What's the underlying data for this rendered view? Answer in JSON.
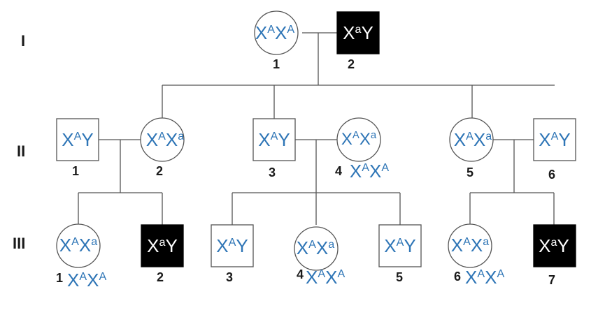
{
  "colors": {
    "genotype": "#2e75b6",
    "affected_text": "#ffffff",
    "label": "#1a1a1a"
  },
  "generations": [
    "I",
    "II",
    "III"
  ],
  "individuals": {
    "I1": {
      "number": "1",
      "sex": "female",
      "affected": false,
      "genotype": [
        [
          "X",
          ""
        ],
        [
          "A",
          "sup"
        ],
        [
          "X",
          ""
        ],
        [
          "A",
          "sup"
        ]
      ]
    },
    "I2": {
      "number": "2",
      "sex": "male",
      "affected": true,
      "genotype": [
        [
          "X",
          ""
        ],
        [
          "a",
          "sup"
        ],
        [
          "Y",
          ""
        ]
      ]
    },
    "II1": {
      "number": "1",
      "sex": "male",
      "affected": false,
      "genotype": [
        [
          "X",
          ""
        ],
        [
          "A",
          "sup"
        ],
        [
          "Y",
          ""
        ]
      ]
    },
    "II2": {
      "number": "2",
      "sex": "female",
      "affected": false,
      "genotype": [
        [
          "X",
          ""
        ],
        [
          "A",
          "sup"
        ],
        [
          "X",
          ""
        ],
        [
          "a",
          "sup"
        ]
      ]
    },
    "II3": {
      "number": "3",
      "sex": "male",
      "affected": false,
      "genotype": [
        [
          "X",
          ""
        ],
        [
          "A",
          "sup"
        ],
        [
          "Y",
          ""
        ]
      ]
    },
    "II4": {
      "number": "4",
      "sex": "female",
      "affected": false,
      "genotype": [
        [
          "X",
          ""
        ],
        [
          "A",
          "sup"
        ],
        [
          "X",
          ""
        ],
        [
          "a",
          "sup"
        ]
      ],
      "alt": [
        [
          "X",
          ""
        ],
        [
          "A",
          "sup"
        ],
        [
          "X",
          ""
        ],
        [
          "A",
          "sup"
        ]
      ]
    },
    "II5": {
      "number": "5",
      "sex": "female",
      "affected": false,
      "genotype": [
        [
          "X",
          ""
        ],
        [
          "A",
          "sup"
        ],
        [
          "X",
          ""
        ],
        [
          "a",
          "sup"
        ]
      ]
    },
    "II6": {
      "number": "6",
      "sex": "male",
      "affected": false,
      "genotype": [
        [
          "X",
          ""
        ],
        [
          "A",
          "sup"
        ],
        [
          "Y",
          ""
        ]
      ]
    },
    "III1": {
      "number": "1",
      "sex": "female",
      "affected": false,
      "genotype": [
        [
          "X",
          ""
        ],
        [
          "A",
          "sup"
        ],
        [
          "X",
          ""
        ],
        [
          "a",
          "sup"
        ]
      ],
      "alt": [
        [
          "X",
          ""
        ],
        [
          "A",
          "sup"
        ],
        [
          "X",
          ""
        ],
        [
          "A",
          "sup"
        ]
      ]
    },
    "III2": {
      "number": "2",
      "sex": "male",
      "affected": true,
      "genotype": [
        [
          "X",
          ""
        ],
        [
          "a",
          "sup"
        ],
        [
          "Y",
          ""
        ]
      ]
    },
    "III3": {
      "number": "3",
      "sex": "male",
      "affected": false,
      "genotype": [
        [
          "X",
          ""
        ],
        [
          "A",
          "sup"
        ],
        [
          "Y",
          ""
        ]
      ]
    },
    "III4": {
      "number": "4",
      "sex": "female",
      "affected": false,
      "genotype": [
        [
          "X",
          ""
        ],
        [
          "A",
          "sup"
        ],
        [
          "X",
          ""
        ],
        [
          "a",
          "sup"
        ]
      ],
      "alt": [
        [
          "X",
          ""
        ],
        [
          "A",
          "sup"
        ],
        [
          "X",
          ""
        ],
        [
          "A",
          "sup"
        ]
      ]
    },
    "III5": {
      "number": "5",
      "sex": "male",
      "affected": false,
      "genotype": [
        [
          "X",
          ""
        ],
        [
          "A",
          "sup"
        ],
        [
          "Y",
          ""
        ]
      ]
    },
    "III6": {
      "number": "6",
      "sex": "female",
      "affected": false,
      "genotype": [
        [
          "X",
          ""
        ],
        [
          "A",
          "sup"
        ],
        [
          "X",
          ""
        ],
        [
          "a",
          "sup"
        ]
      ],
      "alt": [
        [
          "X",
          ""
        ],
        [
          "A",
          "sup"
        ],
        [
          "X",
          ""
        ],
        [
          "A",
          "sup"
        ]
      ]
    },
    "III7": {
      "number": "7",
      "sex": "male",
      "affected": true,
      "genotype": [
        [
          "X",
          ""
        ],
        [
          "a",
          "sup"
        ],
        [
          "Y",
          ""
        ]
      ]
    }
  }
}
